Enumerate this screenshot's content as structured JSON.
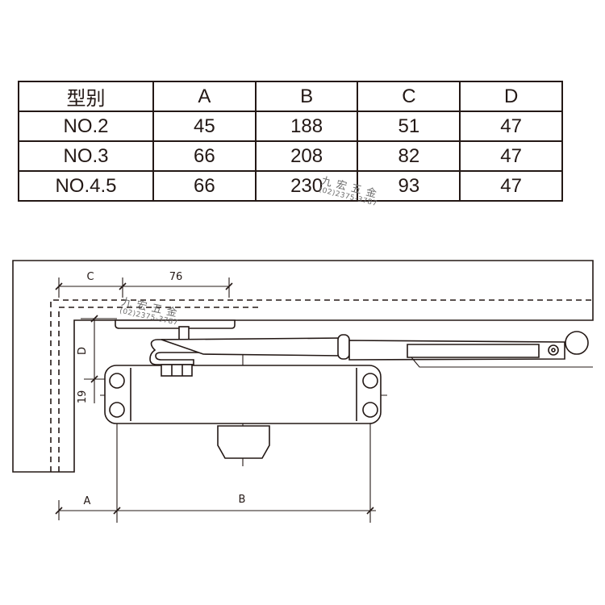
{
  "table": {
    "headers": [
      "型别",
      "A",
      "B",
      "C",
      "D"
    ],
    "rows": [
      [
        "NO.2",
        "45",
        "188",
        "51",
        "47"
      ],
      [
        "NO.3",
        "66",
        "208",
        "82",
        "47"
      ],
      [
        "NO.4.5",
        "66",
        "230",
        "93",
        "47"
      ]
    ]
  },
  "watermark": {
    "name": "九宏五金",
    "phone": "(02)2375-3787"
  },
  "dimensions": {
    "c_label": "C",
    "fixed_label": "76",
    "d_label": "D",
    "height_label": "19",
    "a_label": "A",
    "b_label": "B"
  }
}
